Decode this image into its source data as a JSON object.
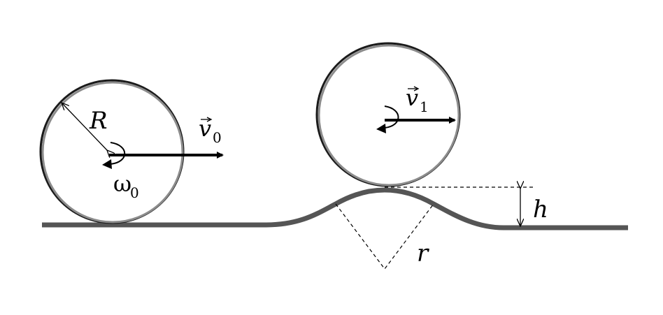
{
  "labels": {
    "radius_big": "R",
    "velocity_initial": "v",
    "velocity_initial_sub": "0",
    "angular_velocity": "ω",
    "angular_velocity_sub": "0",
    "velocity_top": "v",
    "velocity_top_sub": "1",
    "bump_height": "h",
    "bump_radius": "r"
  },
  "colors": {
    "ground": "#555555",
    "wheel_outer": "#1a1a1a",
    "wheel_inner": "#8c8c8c",
    "arrow": "#000000"
  }
}
